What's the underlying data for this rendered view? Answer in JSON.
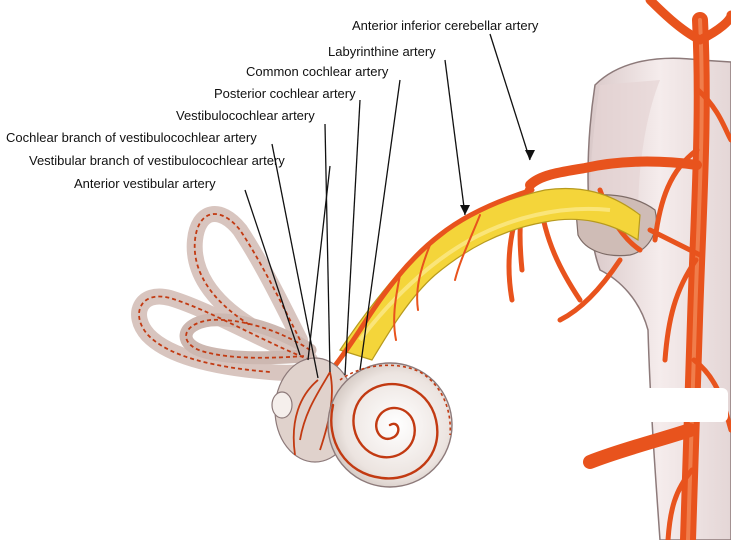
{
  "labels": {
    "anterior_inferior_cerebellar_artery": "Anterior inferior cerebellar artery",
    "labyrinthine_artery": "Labyrinthine artery",
    "common_cochlear_artery": "Common cochlear artery",
    "posterior_cochlear_artery": "Posterior cochlear artery",
    "vestibulocochlear_artery": "Vestibulocochlear artery",
    "cochlear_branch": "Cochlear branch of vestibulocochlear artery",
    "vestibular_branch": "Vestibular branch of vestibulocochlear artery",
    "anterior_vestibular_artery": "Anterior vestibular artery"
  },
  "colors": {
    "artery": "#e8531d",
    "artery_dark": "#c23a12",
    "nerve": "#f4d53a",
    "nerve_light": "#fbe98a",
    "brainstem": "#efe3e3",
    "bone": "#d9d0c9",
    "leader": "#111111"
  }
}
